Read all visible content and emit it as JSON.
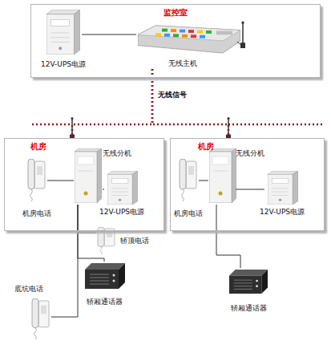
{
  "diagram": {
    "nodes": [
      {
        "text": [
          "监控室"
        ]
      },
      {
        "text": [
          "12V-UPS电源"
        ],
        "in": 0
      },
      {
        "text": [
          "无线主机"
        ],
        "in": 0
      },
      {
        "text": [
          "机房"
        ]
      },
      {
        "text": [
          "机房电话"
        ],
        "in": 3
      },
      {
        "text": [
          "无线分机"
        ],
        "in": 3
      },
      {
        "text": [
          "12V-UPS电源"
        ],
        "in": 3
      },
      {
        "text": [
          "机房"
        ]
      },
      {
        "text": [
          "机房电话"
        ],
        "in": 7
      },
      {
        "text": [
          "无线分机"
        ],
        "in": 7
      },
      {
        "text": [
          "12V-UPS电源"
        ],
        "in": 7
      },
      {
        "text": [
          "轿顶电话"
        ]
      },
      {
        "text": [
          "轿厢通话器"
        ]
      },
      {
        "text": [
          "底坑电话"
        ]
      },
      {
        "text": [
          "轿厢通话器"
        ]
      }
    ],
    "edges": [
      {
        "from": 1,
        "to": 2,
        "arrow": "none"
      },
      {
        "from": 2,
        "to": 3,
        "label": "无线信号",
        "arrow": "none"
      },
      {
        "from": 2,
        "to": 7,
        "arrow": "none"
      },
      {
        "from": 4,
        "to": 5,
        "arrow": "none"
      },
      {
        "from": 5,
        "to": 6,
        "arrow": "none"
      },
      {
        "from": 5,
        "to": 11,
        "arrow": "none"
      },
      {
        "from": 5,
        "to": 12,
        "arrow": "none"
      },
      {
        "from": 5,
        "to": 13,
        "arrow": "none"
      },
      {
        "from": 8,
        "to": 9,
        "arrow": "none"
      },
      {
        "from": 9,
        "to": 10,
        "arrow": "none"
      },
      {
        "from": 9,
        "to": 14,
        "arrow": "none"
      }
    ]
  }
}
